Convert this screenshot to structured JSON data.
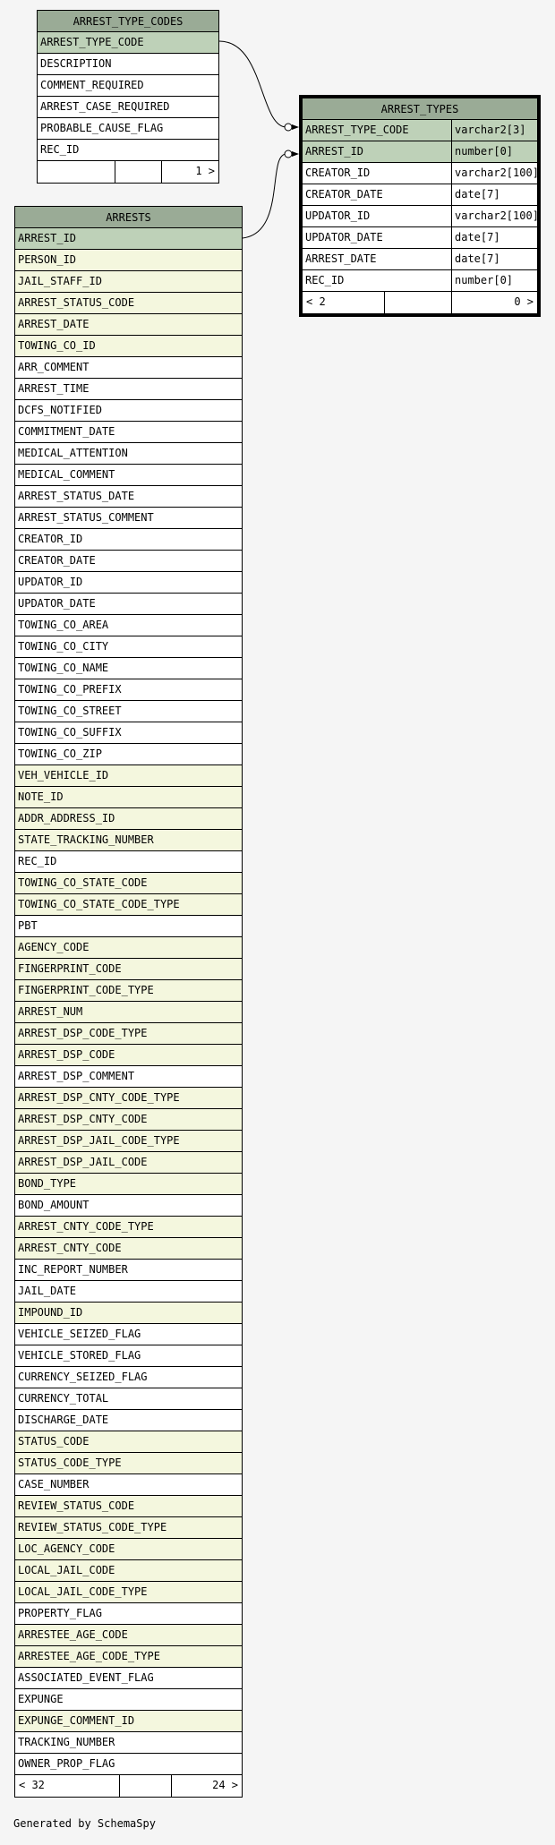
{
  "arrest_type_codes": {
    "title": "ARREST_TYPE_CODES",
    "columns": [
      {
        "name": "ARREST_TYPE_CODE",
        "kind": "pk"
      },
      {
        "name": "DESCRIPTION",
        "kind": "plain"
      },
      {
        "name": "COMMENT_REQUIRED",
        "kind": "plain"
      },
      {
        "name": "ARREST_CASE_REQUIRED",
        "kind": "plain"
      },
      {
        "name": "PROBABLE_CAUSE_FLAG",
        "kind": "plain"
      },
      {
        "name": "REC_ID",
        "kind": "plain"
      }
    ],
    "footer": {
      "left": "",
      "mid": "",
      "right": "1 >"
    }
  },
  "arrest_types": {
    "title": "ARREST_TYPES",
    "columns": [
      {
        "name": "ARREST_TYPE_CODE",
        "type": "varchar2[3]",
        "kind": "pk"
      },
      {
        "name": "ARREST_ID",
        "type": "number[0]",
        "kind": "pk"
      },
      {
        "name": "CREATOR_ID",
        "type": "varchar2[100]",
        "kind": "plain"
      },
      {
        "name": "CREATOR_DATE",
        "type": "date[7]",
        "kind": "plain"
      },
      {
        "name": "UPDATOR_ID",
        "type": "varchar2[100]",
        "kind": "plain"
      },
      {
        "name": "UPDATOR_DATE",
        "type": "date[7]",
        "kind": "plain"
      },
      {
        "name": "ARREST_DATE",
        "type": "date[7]",
        "kind": "plain"
      },
      {
        "name": "REC_ID",
        "type": "number[0]",
        "kind": "plain"
      }
    ],
    "footer": {
      "left": "< 2",
      "mid": "",
      "right": "0 >"
    }
  },
  "arrests": {
    "title": "ARRESTS",
    "columns": [
      {
        "name": "ARREST_ID",
        "kind": "pk"
      },
      {
        "name": "PERSON_ID",
        "kind": "fk"
      },
      {
        "name": "JAIL_STAFF_ID",
        "kind": "fk"
      },
      {
        "name": "ARREST_STATUS_CODE",
        "kind": "fk"
      },
      {
        "name": "ARREST_DATE",
        "kind": "fk"
      },
      {
        "name": "TOWING_CO_ID",
        "kind": "fk"
      },
      {
        "name": "ARR_COMMENT",
        "kind": "plain"
      },
      {
        "name": "ARREST_TIME",
        "kind": "plain"
      },
      {
        "name": "DCFS_NOTIFIED",
        "kind": "plain"
      },
      {
        "name": "COMMITMENT_DATE",
        "kind": "plain"
      },
      {
        "name": "MEDICAL_ATTENTION",
        "kind": "plain"
      },
      {
        "name": "MEDICAL_COMMENT",
        "kind": "plain"
      },
      {
        "name": "ARREST_STATUS_DATE",
        "kind": "plain"
      },
      {
        "name": "ARREST_STATUS_COMMENT",
        "kind": "plain"
      },
      {
        "name": "CREATOR_ID",
        "kind": "plain"
      },
      {
        "name": "CREATOR_DATE",
        "kind": "plain"
      },
      {
        "name": "UPDATOR_ID",
        "kind": "plain"
      },
      {
        "name": "UPDATOR_DATE",
        "kind": "plain"
      },
      {
        "name": "TOWING_CO_AREA",
        "kind": "plain"
      },
      {
        "name": "TOWING_CO_CITY",
        "kind": "plain"
      },
      {
        "name": "TOWING_CO_NAME",
        "kind": "plain"
      },
      {
        "name": "TOWING_CO_PREFIX",
        "kind": "plain"
      },
      {
        "name": "TOWING_CO_STREET",
        "kind": "plain"
      },
      {
        "name": "TOWING_CO_SUFFIX",
        "kind": "plain"
      },
      {
        "name": "TOWING_CO_ZIP",
        "kind": "plain"
      },
      {
        "name": "VEH_VEHICLE_ID",
        "kind": "fk"
      },
      {
        "name": "NOTE_ID",
        "kind": "fk"
      },
      {
        "name": "ADDR_ADDRESS_ID",
        "kind": "fk"
      },
      {
        "name": "STATE_TRACKING_NUMBER",
        "kind": "fk"
      },
      {
        "name": "REC_ID",
        "kind": "plain"
      },
      {
        "name": "TOWING_CO_STATE_CODE",
        "kind": "fk"
      },
      {
        "name": "TOWING_CO_STATE_CODE_TYPE",
        "kind": "fk"
      },
      {
        "name": "PBT",
        "kind": "plain"
      },
      {
        "name": "AGENCY_CODE",
        "kind": "fk"
      },
      {
        "name": "FINGERPRINT_CODE",
        "kind": "fk"
      },
      {
        "name": "FINGERPRINT_CODE_TYPE",
        "kind": "fk"
      },
      {
        "name": "ARREST_NUM",
        "kind": "fk"
      },
      {
        "name": "ARREST_DSP_CODE_TYPE",
        "kind": "fk"
      },
      {
        "name": "ARREST_DSP_CODE",
        "kind": "fk"
      },
      {
        "name": "ARREST_DSP_COMMENT",
        "kind": "plain"
      },
      {
        "name": "ARREST_DSP_CNTY_CODE_TYPE",
        "kind": "fk"
      },
      {
        "name": "ARREST_DSP_CNTY_CODE",
        "kind": "fk"
      },
      {
        "name": "ARREST_DSP_JAIL_CODE_TYPE",
        "kind": "fk"
      },
      {
        "name": "ARREST_DSP_JAIL_CODE",
        "kind": "fk"
      },
      {
        "name": "BOND_TYPE",
        "kind": "fk"
      },
      {
        "name": "BOND_AMOUNT",
        "kind": "plain"
      },
      {
        "name": "ARREST_CNTY_CODE_TYPE",
        "kind": "fk"
      },
      {
        "name": "ARREST_CNTY_CODE",
        "kind": "fk"
      },
      {
        "name": "INC_REPORT_NUMBER",
        "kind": "plain"
      },
      {
        "name": "JAIL_DATE",
        "kind": "plain"
      },
      {
        "name": "IMPOUND_ID",
        "kind": "fk"
      },
      {
        "name": "VEHICLE_SEIZED_FLAG",
        "kind": "plain"
      },
      {
        "name": "VEHICLE_STORED_FLAG",
        "kind": "plain"
      },
      {
        "name": "CURRENCY_SEIZED_FLAG",
        "kind": "plain"
      },
      {
        "name": "CURRENCY_TOTAL",
        "kind": "plain"
      },
      {
        "name": "DISCHARGE_DATE",
        "kind": "plain"
      },
      {
        "name": "STATUS_CODE",
        "kind": "fk"
      },
      {
        "name": "STATUS_CODE_TYPE",
        "kind": "fk"
      },
      {
        "name": "CASE_NUMBER",
        "kind": "plain"
      },
      {
        "name": "REVIEW_STATUS_CODE",
        "kind": "fk"
      },
      {
        "name": "REVIEW_STATUS_CODE_TYPE",
        "kind": "fk"
      },
      {
        "name": "LOC_AGENCY_CODE",
        "kind": "fk"
      },
      {
        "name": "LOCAL_JAIL_CODE",
        "kind": "fk"
      },
      {
        "name": "LOCAL_JAIL_CODE_TYPE",
        "kind": "fk"
      },
      {
        "name": "PROPERTY_FLAG",
        "kind": "plain"
      },
      {
        "name": "ARRESTEE_AGE_CODE",
        "kind": "fk"
      },
      {
        "name": "ARRESTEE_AGE_CODE_TYPE",
        "kind": "fk"
      },
      {
        "name": "ASSOCIATED_EVENT_FLAG",
        "kind": "plain"
      },
      {
        "name": "EXPUNGE",
        "kind": "plain"
      },
      {
        "name": "EXPUNGE_COMMENT_ID",
        "kind": "fk"
      },
      {
        "name": "TRACKING_NUMBER",
        "kind": "plain"
      },
      {
        "name": "OWNER_PROP_FLAG",
        "kind": "plain"
      }
    ],
    "footer": {
      "left": "< 32",
      "mid": "",
      "right": "24 >"
    }
  },
  "generated_by": "Generated by SchemaSpy"
}
